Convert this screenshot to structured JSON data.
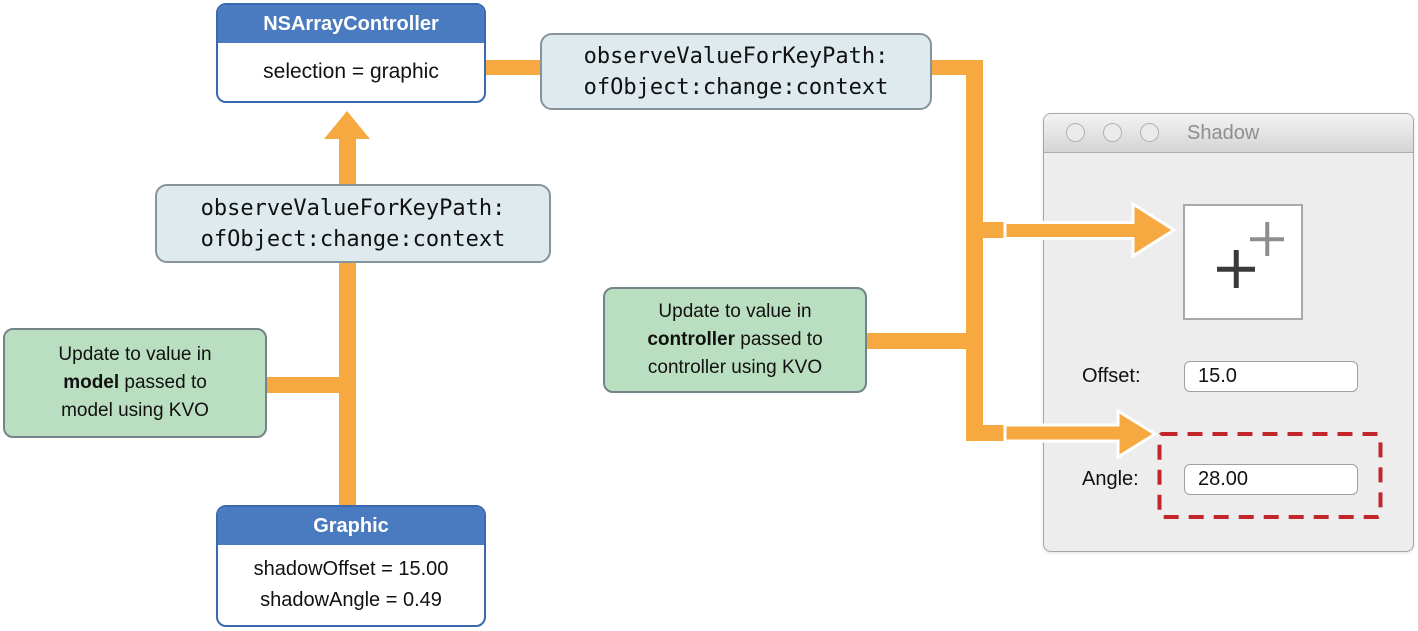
{
  "colors": {
    "accent_orange": "#F7A941",
    "box_blue": "#4A7ABF",
    "box_blue_border": "#3A69B0",
    "kvo_bg": "#DEEAED",
    "note_green": "#BADFC0",
    "alert_red": "#C3262A"
  },
  "diagram": {
    "array_controller": {
      "title": "NSArrayController",
      "body": "selection = graphic"
    },
    "kvo_top": {
      "line1": "observeValueForKeyPath:",
      "line2": "ofObject:change:context"
    },
    "kvo_mid": {
      "line1": "observeValueForKeyPath:",
      "line2": "ofObject:change:context"
    },
    "note_model": {
      "line1": "Update to value in",
      "bold": "model",
      "line2_rest": " passed to",
      "line3": "model using KVO"
    },
    "note_controller": {
      "line1": "Update to value in",
      "bold": "controller",
      "line2_rest": " passed to",
      "line3": "controller using KVO"
    },
    "graphic": {
      "title": "Graphic",
      "line1": "shadowOffset = 15.00",
      "line2": "shadowAngle = 0.49"
    }
  },
  "window": {
    "title": "Shadow",
    "offset_label": "Offset:",
    "offset_value": "15.0",
    "angle_label": "Angle:",
    "angle_value": "28.00"
  }
}
